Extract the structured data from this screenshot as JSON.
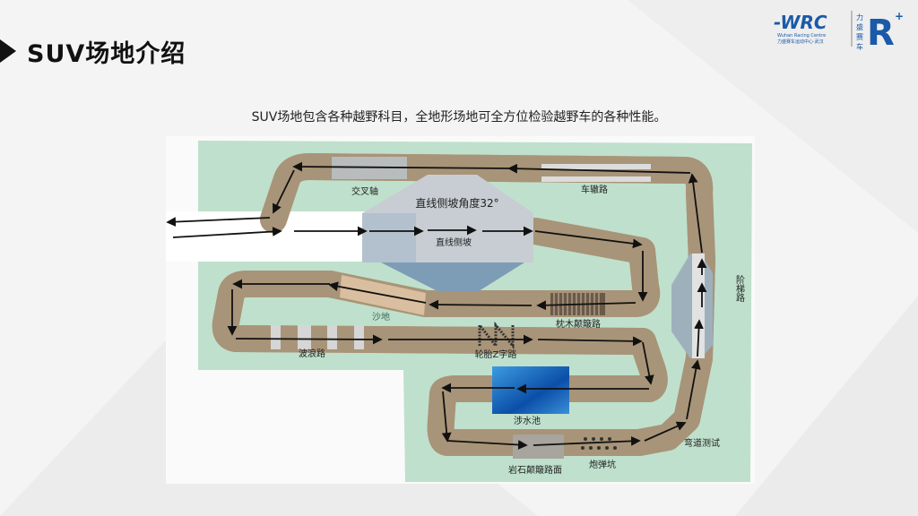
{
  "header": {
    "title": "SUV场地介绍",
    "subtitle": "SUV场地包含各种越野科目，全地形场地可全方位检验越野车的各种性能。"
  },
  "logo": {
    "brand": "WRC",
    "brand_en": "Wuhan Racing Centre",
    "brand_cn": "力盛赛车运动中心·武汉",
    "side_text": "力盛赛车",
    "mark": "R+"
  },
  "map": {
    "labels": {
      "cross_axle": "交叉轴",
      "rut_road": "车辙路",
      "side_slope_angle": "直线侧坡角度32°",
      "side_slope": "直线侧坡",
      "step_road": "阶梯路",
      "sand": "沙地",
      "sleeper_bump": "枕木颠簸路",
      "wave_road": "波浪路",
      "tire_z_road": "轮胎Z字路",
      "water_pool": "涉水池",
      "curve_test": "弯道测试",
      "rock_bump": "岩石颠簸路面",
      "crater": "炮弹坑"
    },
    "colors": {
      "grass": "#bfe0cc",
      "road": "#ffffff",
      "edge": "#a89478",
      "water": "#1f6fc0",
      "sand": "#d9bf9f"
    }
  }
}
